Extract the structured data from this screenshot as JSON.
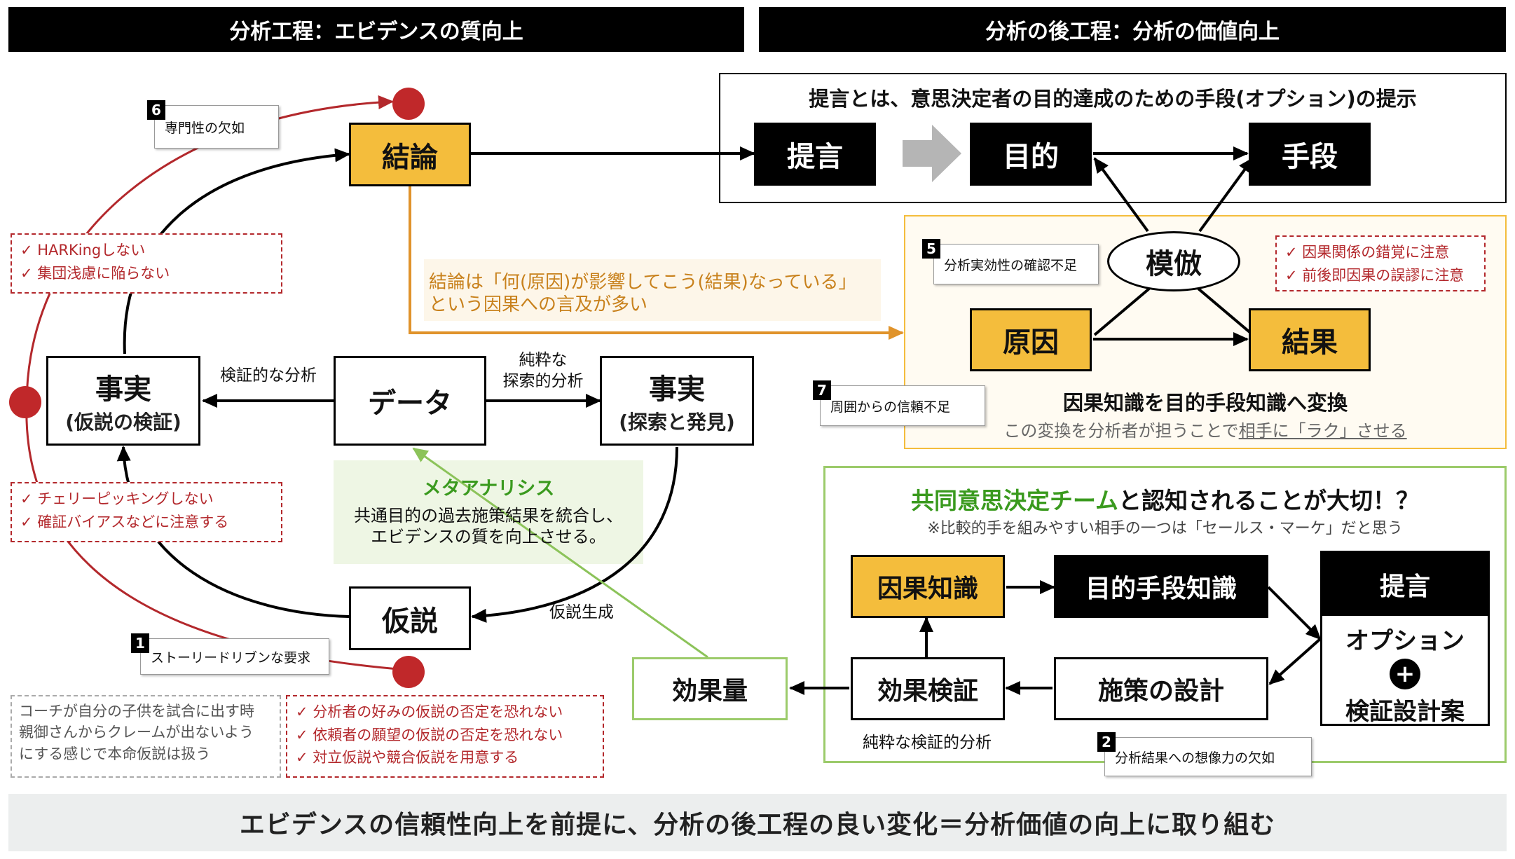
{
  "headers": {
    "left": "分析工程：エビデンスの質向上",
    "right": "分析の後工程：分析の価値向上"
  },
  "left": {
    "conclusion": "結論",
    "fact_left": "事実",
    "fact_left_sub": "(仮説の検証)",
    "data": "データ",
    "fact_right": "事実",
    "fact_right_sub": "(探索と発見)",
    "hypothesis": "仮説",
    "verify_label": "検証的な分析",
    "explore_label_1": "純粋な",
    "explore_label_2": "探索的分析",
    "hypo_gen_label": "仮説生成",
    "conclusion_note_1": "結論は「何(原因)が影響してこう(結果)なっている」",
    "conclusion_note_2": "という因果への言及が多い",
    "meta_title": "メタアナリシス",
    "meta_line1": "共通目的の過去施策結果を統合し、",
    "meta_line2": "エビデンスの質を向上させる。",
    "dash1": [
      "✓  HARKingしない",
      "✓  集団浅慮に陥らない"
    ],
    "dash2": [
      "✓  チェリーピッキングしない",
      "✓  確証バイアスなどに注意する"
    ],
    "dash3": [
      "✓  分析者の好みの仮説の否定を恐れない",
      "✓  依頼者の願望の仮説の否定を恐れない",
      "✓  対立仮説や競合仮説を用意する"
    ],
    "gray_note": [
      "コーチが自分の子供を試合に出す時",
      "親御さんからクレームが出ないよう",
      "にする感じで本命仮説は扱う"
    ],
    "note6_num": "6",
    "note6": "専門性の欠如",
    "note1_num": "1",
    "note1": "ストーリードリブンな要求"
  },
  "right_top": {
    "title": "提言とは、意思決定者の目的達成のための手段(オプション)の提示",
    "proposal": "提言",
    "purpose": "目的",
    "means": "手段"
  },
  "right_mid": {
    "imitation": "模倣",
    "cause": "原因",
    "effect": "結果",
    "convert": "因果知識を目的手段知識へ変換",
    "convert_sub_1": "この変換を分析者が担うことで",
    "convert_sub_2": "相手に「ラク」させる",
    "dash": [
      "✓  因果関係の錯覚に注意",
      "✓  前後即因果の誤謬に注意"
    ],
    "note5_num": "5",
    "note5": "分析実効性の確認不足",
    "note7_num": "7",
    "note7": "周囲からの信頼不足"
  },
  "right_bottom": {
    "title_green": "共同意思決定チーム",
    "title_rest": "と認知されることが大切！？",
    "subnote": "※比較的手を組みやすい相手の一つは「セールス・マーケ」だと思う",
    "causal": "因果知識",
    "means_know": "目的手段知識",
    "proposal": "提言",
    "option": "オプション",
    "plus": "+",
    "verify_plan": "検証設計案",
    "effect_verify": "効果検証",
    "design": "施策の設計",
    "effect_size": "効果量",
    "pure_verify": "純粋な検証的分析",
    "note2_num": "2",
    "note2": "分析結果への想像力の欠如"
  },
  "footer": "エビデンスの信頼性向上を前提に、分析の後工程の良い変化＝分析価値の向上に取り組む",
  "colors": {
    "yellow": "#f4bd3c",
    "red": "#b3282c",
    "green": "#3a9a1e",
    "orange": "#e0932b",
    "gray_blue": "#8fa0b8"
  }
}
